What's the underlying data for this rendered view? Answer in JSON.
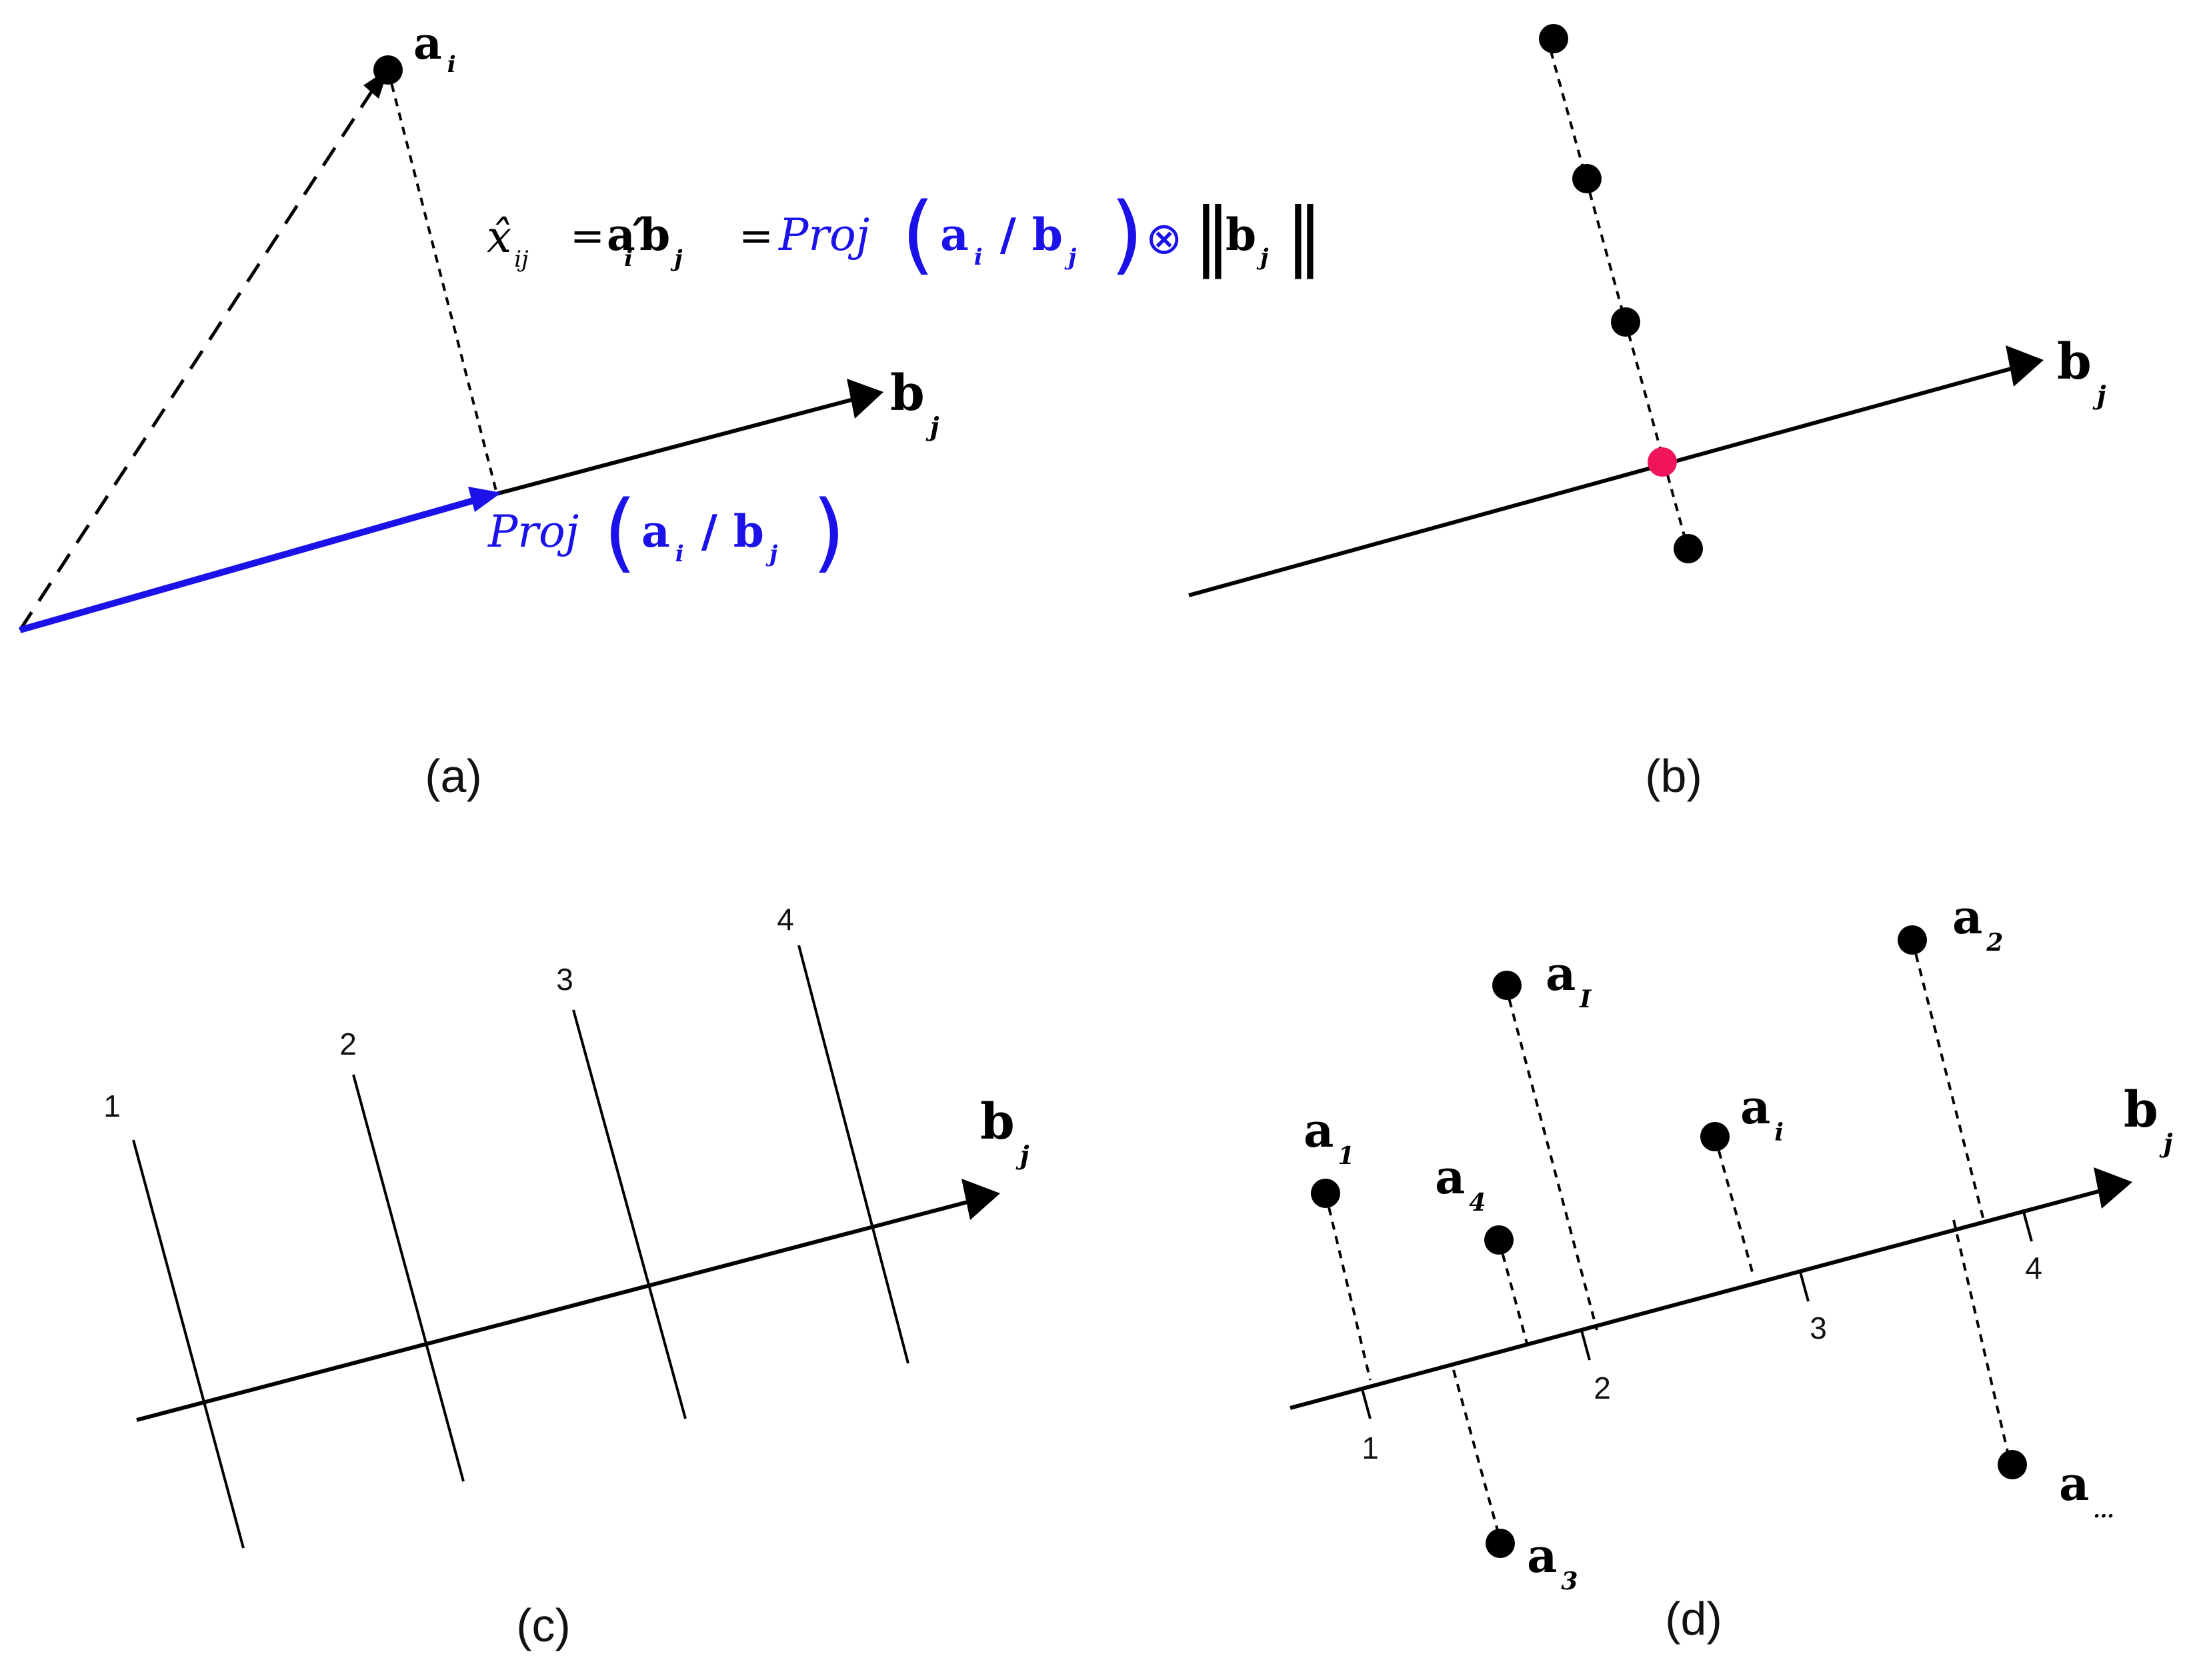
{
  "colors": {
    "projection": "#1a12e8",
    "highlight": "#f0145a",
    "ink": "#000000"
  },
  "panel_a": {
    "caption": "(a)",
    "point_label": "a",
    "point_sub": "i",
    "axis_label": "b",
    "axis_sub": "j",
    "formula": {
      "lhs_var": "x̂",
      "lhs_sub": "ij",
      "eq1": "=",
      "a": "a",
      "prime": "′",
      "a_sub": "i",
      "b": "b",
      "b_sub": "j",
      "eq2": "=",
      "proj": "Proj",
      "open": "(",
      "pa": "a",
      "pa_sub": "i",
      "slash": "/",
      "pb": "b",
      "pb_sub": "j",
      "close": ")",
      "otimes": "⊗",
      "norm_open": "‖",
      "nb": "b",
      "nb_sub": "j",
      "norm_close": "‖"
    },
    "proj_label": {
      "proj": "Proj",
      "open": "(",
      "a": "a",
      "a_sub": "i",
      "slash": "/",
      "b": "b",
      "b_sub": "j",
      "close": ")"
    }
  },
  "panel_b": {
    "caption": "(b)",
    "axis_label": "b",
    "axis_sub": "j"
  },
  "panel_c": {
    "caption": "(c)",
    "axis_label": "b",
    "axis_sub": "j",
    "ticks": [
      "1",
      "2",
      "3",
      "4"
    ]
  },
  "panel_d": {
    "caption": "(d)",
    "axis_label": "b",
    "axis_sub": "j",
    "ticks": [
      "1",
      "2",
      "3",
      "4"
    ],
    "points": [
      {
        "label": "a",
        "sub": "1"
      },
      {
        "label": "a",
        "sub": "I"
      },
      {
        "label": "a",
        "sub": "4"
      },
      {
        "label": "a",
        "sub": "i"
      },
      {
        "label": "a",
        "sub": "2"
      },
      {
        "label": "a",
        "sub": "3"
      },
      {
        "label": "a",
        "sub": "..."
      }
    ]
  }
}
